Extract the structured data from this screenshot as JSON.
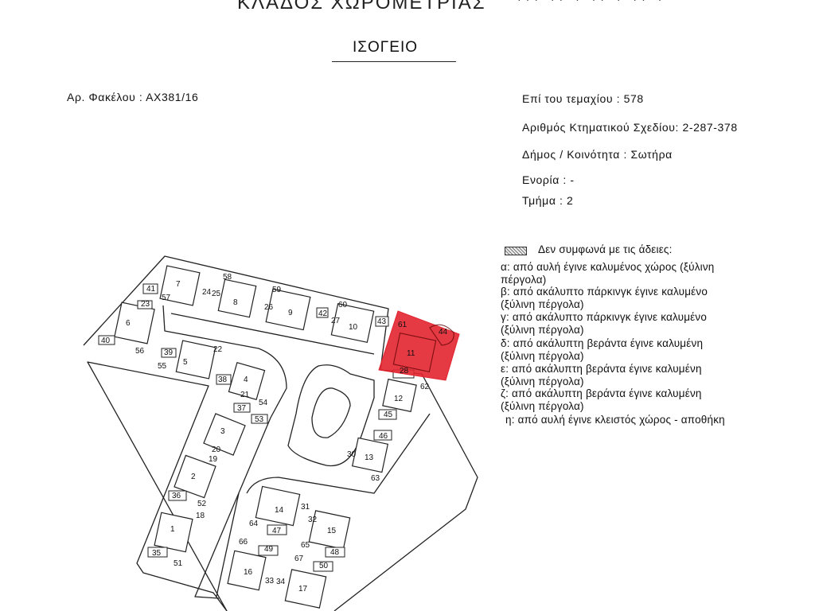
{
  "header": {
    "top_cut_text": "ΚΛΑΔΟΣ ΧΩΡΟΜΕΤΡΙΑΣ",
    "top_right_cut_text": "··· ·· · ·· · ·· ·",
    "title": "ΙΣΟΓΕΙΟ"
  },
  "file_info": {
    "file_number": "Αρ. Φακέλου : ΑΧ381/16"
  },
  "parcel_info": {
    "parcel": "Επί του τεμαχίου : 578",
    "cadastral_plan": "Αριθμός Κτηματικού Σχεδίου: 2-287-378",
    "municipality": "Δήμος / Κοινότητα : Σωτήρα",
    "parish": "Ενορία : -",
    "section": "Τμήμα : 2"
  },
  "legend": {
    "heading": "Δεν συμφωνά με τις άδειες:",
    "lines": [
      "α: από αυλή έγινε καλυμένος χώρος (ξύλινη",
      "πέργολα)",
      "β: από ακάλυπτο πάρκινγκ έγινε καλυμένο",
      "(ξύλινη πέργολα)",
      "γ: από ακάλυπτο πάρκινγκ έγινε καλυμένο",
      "(ξύλινη πέργολα)",
      "δ: από ακάλυπτη βεράντα έγινε καλυμένη",
      "(ξύλινη πέργολα)",
      "ε: από ακάλυπτη βεράντα έγινε καλυμένη",
      "(ξύλινη πέργολα)",
      "ζ: από ακάλυπτη βεράντα έγινε καλυμένη",
      "(ξύλινη πέργολα)",
      "η: από αυλή έγινε κλειστός χώρος - αποθήκη"
    ]
  },
  "highlight_color": "#e2232f",
  "plan_labels": [
    {
      "id": "n41",
      "text": "41"
    },
    {
      "id": "n7",
      "text": "7"
    },
    {
      "id": "n57",
      "text": "57"
    },
    {
      "id": "n24",
      "text": "24"
    },
    {
      "id": "n25",
      "text": "25"
    },
    {
      "id": "n58",
      "text": "58"
    },
    {
      "id": "n8",
      "text": "8"
    },
    {
      "id": "n59",
      "text": "59"
    },
    {
      "id": "n26",
      "text": "26"
    },
    {
      "id": "n9",
      "text": "9"
    },
    {
      "id": "n42",
      "text": "42"
    },
    {
      "id": "n60",
      "text": "60"
    },
    {
      "id": "n27",
      "text": "27"
    },
    {
      "id": "n10",
      "text": "10"
    },
    {
      "id": "n43",
      "text": "43"
    },
    {
      "id": "n23",
      "text": "23"
    },
    {
      "id": "n6",
      "text": "6"
    },
    {
      "id": "n40",
      "text": "40"
    },
    {
      "id": "n56",
      "text": "56"
    },
    {
      "id": "n39",
      "text": "39"
    },
    {
      "id": "n55",
      "text": "55"
    },
    {
      "id": "n5",
      "text": "5"
    },
    {
      "id": "n22",
      "text": "22"
    },
    {
      "id": "n38",
      "text": "38"
    },
    {
      "id": "n4",
      "text": "4"
    },
    {
      "id": "n21",
      "text": "21"
    },
    {
      "id": "n54",
      "text": "54"
    },
    {
      "id": "n37",
      "text": "37"
    },
    {
      "id": "n53",
      "text": "53"
    },
    {
      "id": "n3",
      "text": "3"
    },
    {
      "id": "n20",
      "text": "20"
    },
    {
      "id": "n19",
      "text": "19"
    },
    {
      "id": "n2",
      "text": "2"
    },
    {
      "id": "n36",
      "text": "36"
    },
    {
      "id": "n52",
      "text": "52"
    },
    {
      "id": "n18",
      "text": "18"
    },
    {
      "id": "n1",
      "text": "1"
    },
    {
      "id": "n35",
      "text": "35"
    },
    {
      "id": "n51",
      "text": "51"
    },
    {
      "id": "n61",
      "text": "61"
    },
    {
      "id": "n44",
      "text": "44"
    },
    {
      "id": "n11",
      "text": "11"
    },
    {
      "id": "n28",
      "text": "28"
    },
    {
      "id": "n12",
      "text": "12"
    },
    {
      "id": "n62",
      "text": "62"
    },
    {
      "id": "n45",
      "text": "45"
    },
    {
      "id": "n46",
      "text": "46"
    },
    {
      "id": "n30",
      "text": "30"
    },
    {
      "id": "n13",
      "text": "13"
    },
    {
      "id": "n63",
      "text": "63"
    },
    {
      "id": "n14",
      "text": "14"
    },
    {
      "id": "n31",
      "text": "31"
    },
    {
      "id": "n64",
      "text": "64"
    },
    {
      "id": "n47",
      "text": "47"
    },
    {
      "id": "n32",
      "text": "32"
    },
    {
      "id": "n15",
      "text": "15"
    },
    {
      "id": "n65",
      "text": "65"
    },
    {
      "id": "n48",
      "text": "48"
    },
    {
      "id": "n66",
      "text": "66"
    },
    {
      "id": "n49",
      "text": "49"
    },
    {
      "id": "n67",
      "text": "67"
    },
    {
      "id": "n50",
      "text": "50"
    },
    {
      "id": "n16",
      "text": "16"
    },
    {
      "id": "n33",
      "text": "33"
    },
    {
      "id": "n34",
      "text": "34"
    },
    {
      "id": "n17",
      "text": "17"
    }
  ]
}
